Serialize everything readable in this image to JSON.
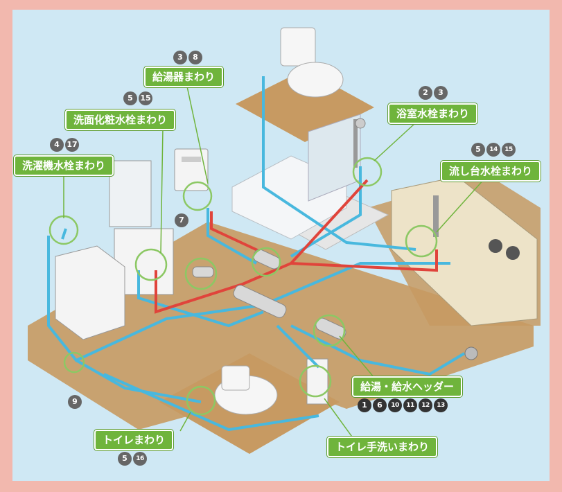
{
  "colors": {
    "background": "#cfe8f4",
    "frame": "#f2b8ae",
    "floor": "#c79a62",
    "hot_pipe": "#e0443b",
    "cold_pipe": "#48b8de",
    "label": "#6fb43c",
    "highlight_circle": "#8cc864",
    "number_badge": "#666666"
  },
  "labels": {
    "water_heater": {
      "text": "給湯器まわり",
      "numbers": [
        "3",
        "8"
      ]
    },
    "washbasin": {
      "text": "洗面化粧水栓まわり",
      "numbers": [
        "5",
        "15"
      ]
    },
    "washing_machine": {
      "text": "洗濯機水栓まわり",
      "numbers": [
        "4",
        "17"
      ]
    },
    "bathroom": {
      "text": "浴室水栓まわり",
      "numbers": [
        "2",
        "3"
      ]
    },
    "kitchen": {
      "text": "流し台水栓まわり",
      "numbers": [
        "5",
        "14",
        "15"
      ]
    },
    "header": {
      "text": "給湯・給水ヘッダー",
      "numbers": [
        "1",
        "6",
        "10",
        "11",
        "12",
        "13"
      ]
    },
    "toilet": {
      "text": "トイレまわり",
      "numbers": [
        "5",
        "16"
      ]
    },
    "toilet_handwash": {
      "text": "トイレ手洗いまわり"
    },
    "point_7": {
      "numbers": [
        "7"
      ]
    },
    "point_9": {
      "numbers": [
        "9"
      ]
    }
  }
}
